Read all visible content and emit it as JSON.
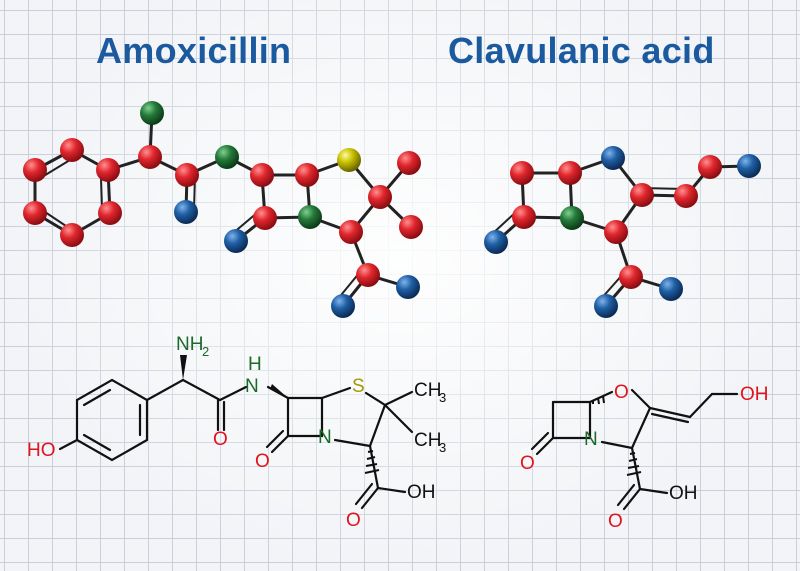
{
  "titles": {
    "left": "Amoxicillin",
    "right": "Clavulanic acid"
  },
  "colors": {
    "title": "#1c5aa0",
    "carbon": "#d8252c",
    "oxygen": "#1f5fa5",
    "nitrogen": "#257a3a",
    "sulfur": "#b8b000",
    "bond": "#222222",
    "label_red": "#e0141e",
    "label_green": "#1a6b2a",
    "label_yellow": "#a39a00",
    "grid": "#c9ced8"
  },
  "amoxicillin_labels": {
    "nh2": "NH",
    "nh2_sub": "2",
    "nh": "H",
    "n_amide": "N",
    "ho": "HO",
    "o_amide": "O",
    "s": "S",
    "n_ring": "N",
    "o_lactam": "O",
    "ch3_top": "CH",
    "ch3_top_sub": "3",
    "ch3_bot": "CH",
    "ch3_bot_sub": "3",
    "o_acid": "O",
    "oh_acid": "OH"
  },
  "clavulanic_labels": {
    "o_ring": "O",
    "n_ring": "N",
    "o_lactam": "O",
    "oh_top": "OH",
    "o_acid": "O",
    "oh_acid": "OH"
  }
}
